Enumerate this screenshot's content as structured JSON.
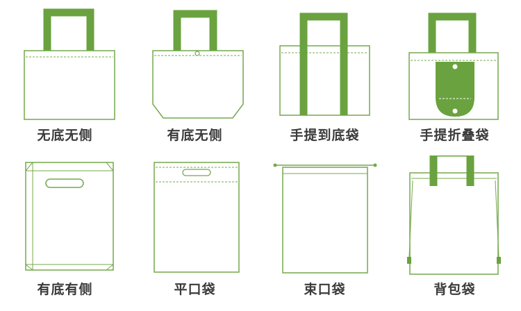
{
  "colors": {
    "outline": "#74a84a",
    "handle": "#6aa23f",
    "fold": "#6aa23f",
    "label": "#3a3a3a"
  },
  "bags": [
    {
      "label": "无底无侧"
    },
    {
      "label": "有底无侧"
    },
    {
      "label": "手提到底袋"
    },
    {
      "label": "手提折叠袋"
    },
    {
      "label": "有底有侧"
    },
    {
      "label": "平口袋"
    },
    {
      "label": "束口袋"
    },
    {
      "label": "背包袋"
    }
  ]
}
